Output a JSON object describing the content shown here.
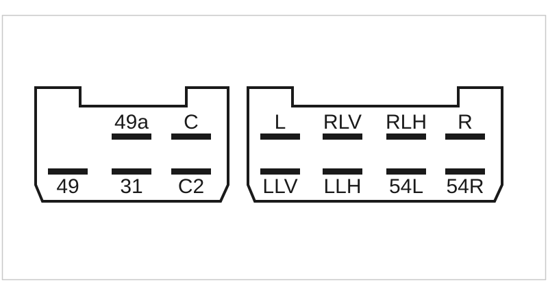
{
  "colors": {
    "background": "#ffffff",
    "frame": "#c8c8c8",
    "ink": "#1a1a1a"
  },
  "left_connector": {
    "top_row": [
      {
        "label": "49a"
      },
      {
        "label": "C"
      }
    ],
    "bottom_row": [
      {
        "label": "49"
      },
      {
        "label": "31"
      },
      {
        "label": "C2"
      }
    ]
  },
  "right_connector": {
    "top_row": [
      {
        "label": "L"
      },
      {
        "label": "RLV"
      },
      {
        "label": "RLH"
      },
      {
        "label": "R"
      }
    ],
    "bottom_row": [
      {
        "label": "LLV"
      },
      {
        "label": "LLH"
      },
      {
        "label": "54L"
      },
      {
        "label": "54R"
      }
    ]
  }
}
